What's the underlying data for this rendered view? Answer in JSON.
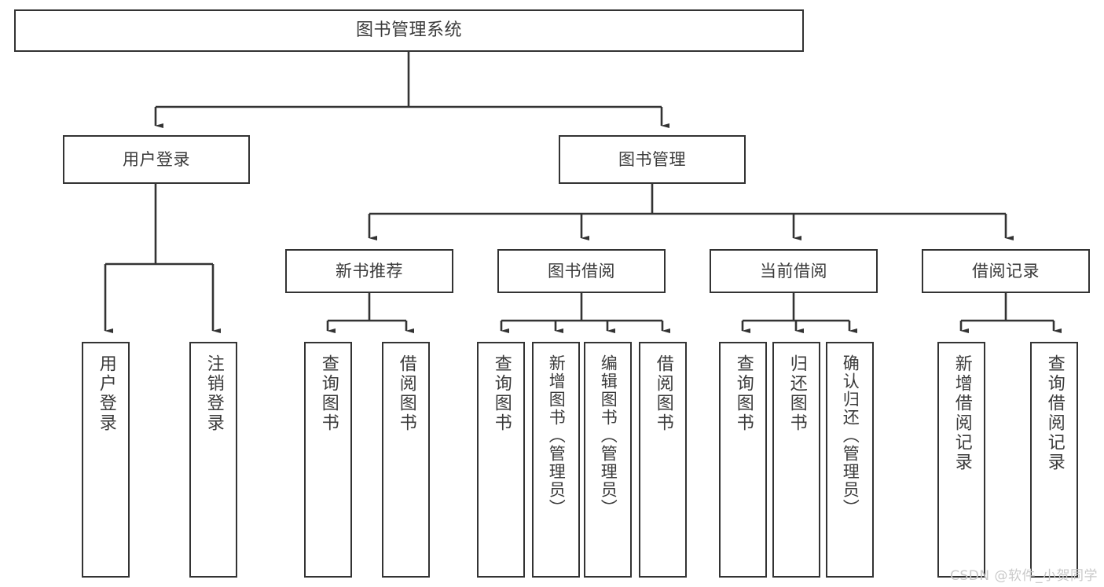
{
  "diagram": {
    "type": "tree",
    "title": "图书管理系统",
    "root": {
      "label": "图书管理系统"
    },
    "level1": [
      {
        "label": "用户登录"
      },
      {
        "label": "图书管理"
      }
    ],
    "level2": [
      {
        "label": "新书推荐"
      },
      {
        "label": "图书借阅"
      },
      {
        "label": "当前借阅"
      },
      {
        "label": "借阅记录"
      }
    ],
    "leaves": {
      "user_login": [
        {
          "label": "用户登录"
        },
        {
          "label": "注销登录"
        }
      ],
      "new_book_recommend": [
        {
          "label": "查询图书"
        },
        {
          "label": "借阅图书"
        }
      ],
      "book_borrow": [
        {
          "label": "查询图书"
        },
        {
          "label": "新增图书（管理员）"
        },
        {
          "label": "编辑图书（管理员）"
        },
        {
          "label": "借阅图书"
        }
      ],
      "current_borrow": [
        {
          "label": "查询图书"
        },
        {
          "label": "归还图书"
        },
        {
          "label": "确认归还（管理员）"
        }
      ],
      "borrow_record": [
        {
          "label": "新增借阅记录"
        },
        {
          "label": "查询借阅记录"
        }
      ]
    }
  },
  "watermark": {
    "text": "CSDN @软件_小贺同学"
  },
  "colors": {
    "background": "#ffffff",
    "box_border": "#333333",
    "box_fill": "#ffffff",
    "text": "#3a3a3a",
    "connector": "#333333",
    "watermark": "#c9c9c9"
  }
}
